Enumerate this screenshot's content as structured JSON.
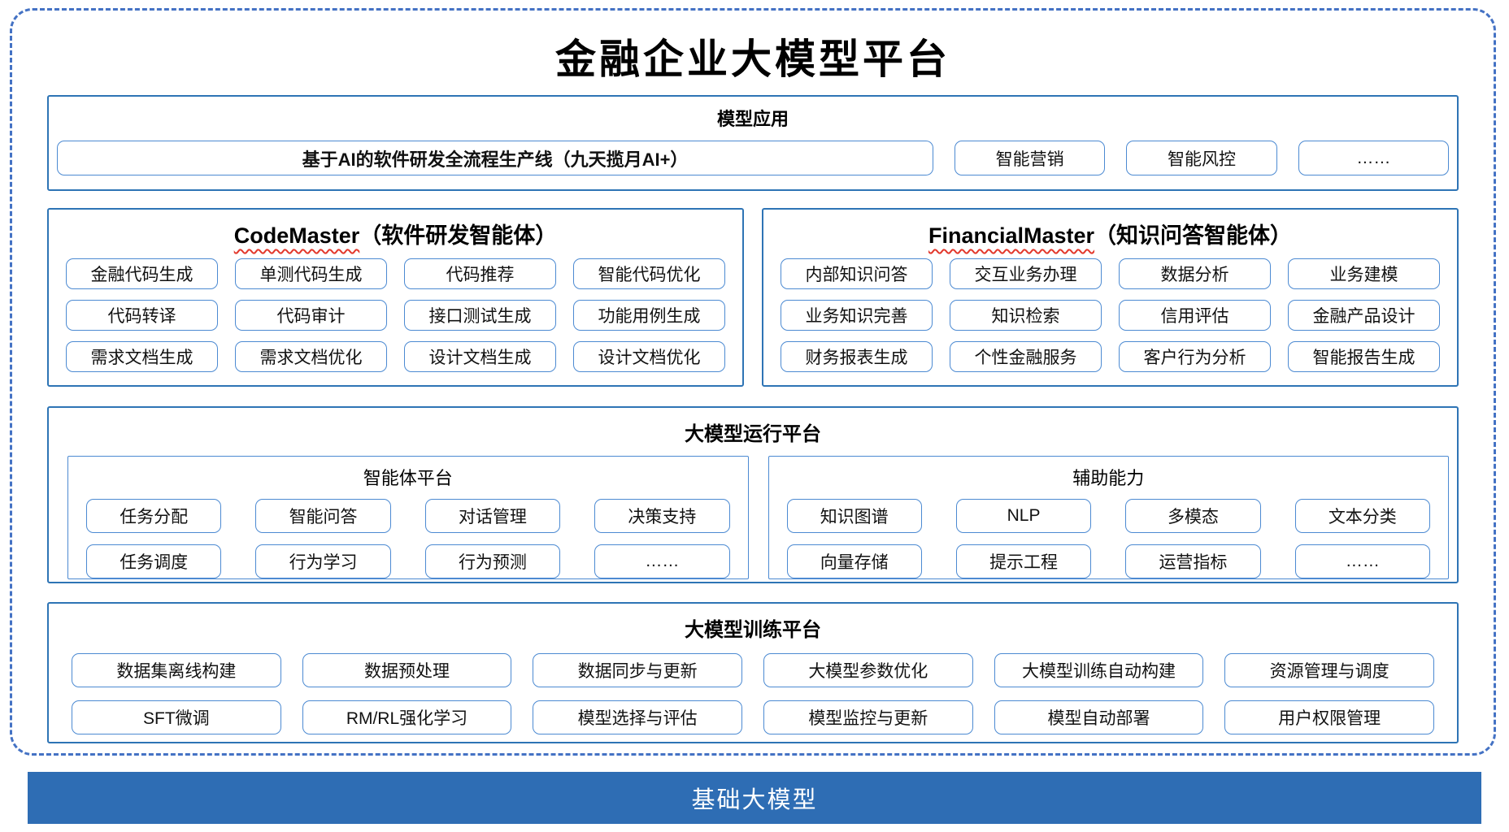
{
  "title": "金融企业大模型平台",
  "colors": {
    "outer_dashed_border": "#4472c4",
    "section_border": "#2e74b5",
    "chip_border": "#4c8ad2",
    "squiggle_red": "#e2382c",
    "base_bar_background": "#2e6db4",
    "base_bar_text": "#ffffff"
  },
  "model_app": {
    "header": "模型应用",
    "pipeline": "基于AI的软件研发全流程生产线（九天揽月AI+）",
    "items": [
      "智能营销",
      "智能风控",
      "……"
    ]
  },
  "code_master": {
    "title_en": "CodeMaster",
    "title_zh": "（软件研发智能体）",
    "items": [
      "金融代码生成",
      "单测代码生成",
      "代码推荐",
      "智能代码优化",
      "代码转译",
      "代码审计",
      "接口测试生成",
      "功能用例生成",
      "需求文档生成",
      "需求文档优化",
      "设计文档生成",
      "设计文档优化"
    ]
  },
  "financial_master": {
    "title_en": "FinancialMaster",
    "title_zh": "（知识问答智能体）",
    "items": [
      "内部知识问答",
      "交互业务办理",
      "数据分析",
      "业务建模",
      "业务知识完善",
      "知识检索",
      "信用评估",
      "金融产品设计",
      "财务报表生成",
      "个性金融服务",
      "客户行为分析",
      "智能报告生成"
    ]
  },
  "runtime_platform": {
    "header": "大模型运行平台",
    "agent_platform": {
      "header": "智能体平台",
      "items": [
        "任务分配",
        "智能问答",
        "对话管理",
        "决策支持",
        "任务调度",
        "行为学习",
        "行为预测",
        "……"
      ]
    },
    "aux_capabilities": {
      "header": "辅助能力",
      "items": [
        "知识图谱",
        "NLP",
        "多模态",
        "文本分类",
        "向量存储",
        "提示工程",
        "运营指标",
        "……"
      ]
    }
  },
  "training_platform": {
    "header": "大模型训练平台",
    "items": [
      "数据集离线构建",
      "数据预处理",
      "数据同步与更新",
      "大模型参数优化",
      "大模型训练自动构建",
      "资源管理与调度",
      "SFT微调",
      "RM/RL强化学习",
      "模型选择与评估",
      "模型监控与更新",
      "模型自动部署",
      "用户权限管理"
    ]
  },
  "base_bar": {
    "label": "基础大模型"
  }
}
